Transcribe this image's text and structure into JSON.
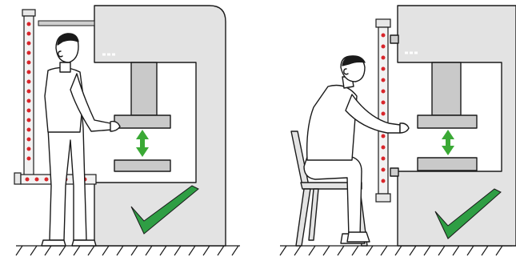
{
  "panels": [
    {
      "name": "standing-operator",
      "result": "safe"
    },
    {
      "name": "seated-operator",
      "result": "safe"
    }
  ],
  "colors": {
    "machine_fill": "#e3e3e3",
    "outline": "#1a1a1a",
    "light_curtain_dots": "#d9262b",
    "motion_arrow": "#3aa935",
    "checkmark": "#2f9e44"
  },
  "icons": [
    "press-machine",
    "light-curtain",
    "operator",
    "chair",
    "motion-arrow-icon",
    "checkmark-icon"
  ]
}
